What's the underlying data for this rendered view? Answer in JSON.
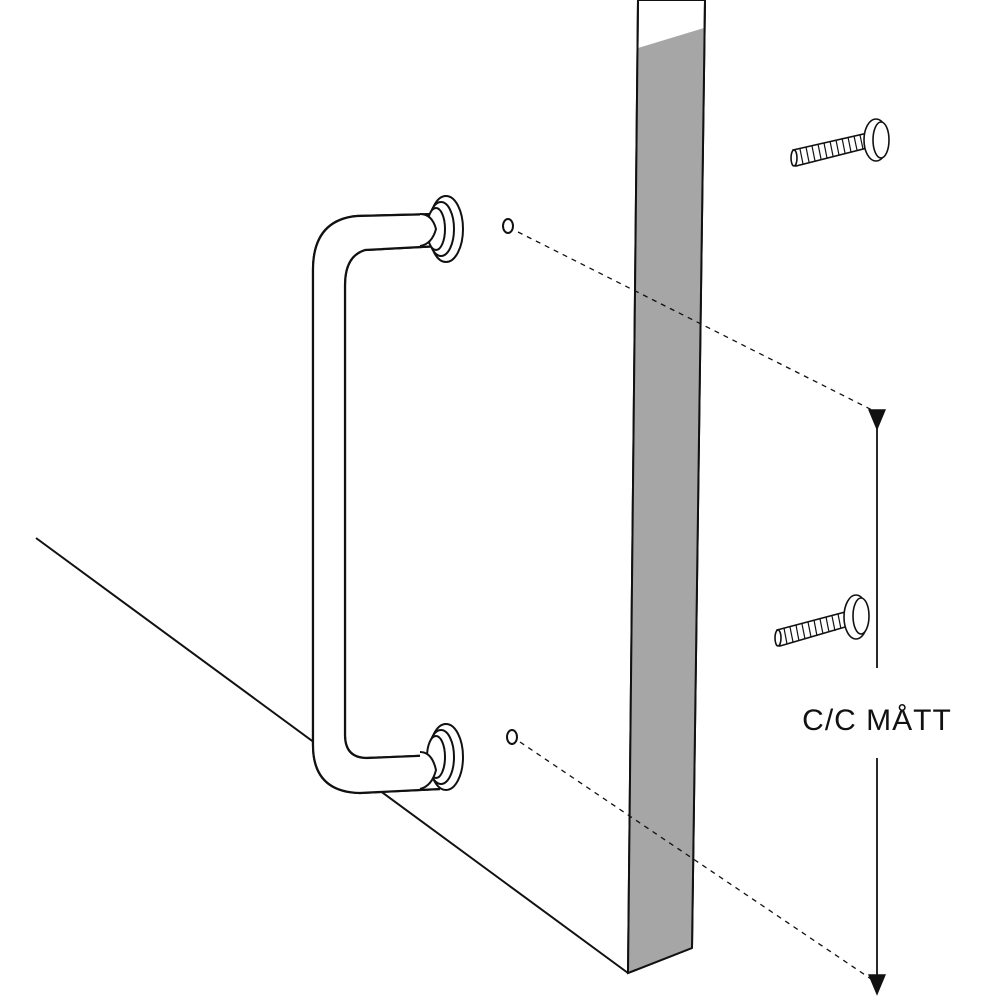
{
  "diagram": {
    "dimension_label": "C/C MÅTT"
  },
  "colors": {
    "line": "#111111",
    "panel_edge_fill": "#a6a6a6",
    "background": "#ffffff"
  },
  "icons": [
    "handle",
    "mounting-screw",
    "screw-hole"
  ]
}
